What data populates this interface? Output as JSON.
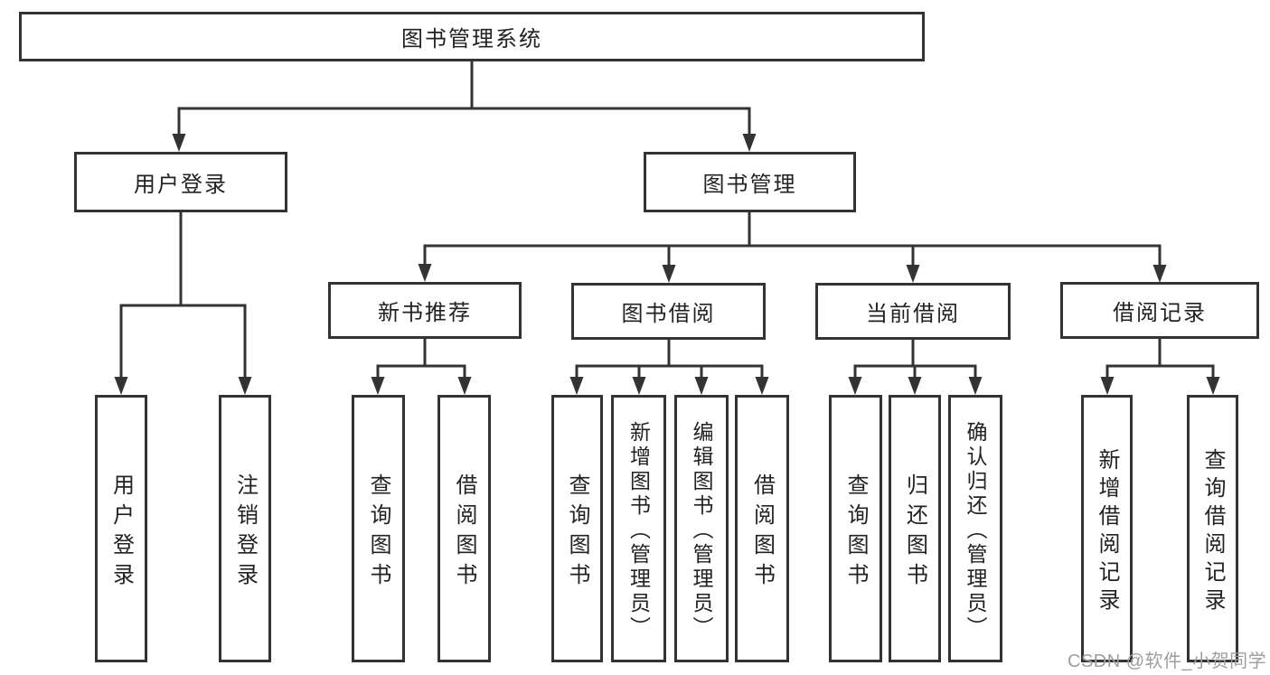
{
  "diagram": {
    "title": "图书管理系统",
    "branches": [
      {
        "label": "用户登录",
        "children": [
          {
            "label": "用户登录"
          },
          {
            "label": "注销登录"
          }
        ]
      },
      {
        "label": "图书管理",
        "children": [
          {
            "label": "新书推荐",
            "children": [
              {
                "label": "查询图书"
              },
              {
                "label": "借阅图书"
              }
            ]
          },
          {
            "label": "图书借阅",
            "children": [
              {
                "label": "查询图书"
              },
              {
                "label": "新增图书（管理员）"
              },
              {
                "label": "编辑图书（管理员）"
              },
              {
                "label": "借阅图书"
              }
            ]
          },
          {
            "label": "当前借阅",
            "children": [
              {
                "label": "查询图书"
              },
              {
                "label": "归还图书"
              },
              {
                "label": "确认归还（管理员）"
              }
            ]
          },
          {
            "label": "借阅记录",
            "children": [
              {
                "label": "新增借阅记录"
              },
              {
                "label": "查询借阅记录"
              }
            ]
          }
        ]
      }
    ]
  },
  "watermark": {
    "text": "CSDN @软件_小贺同学",
    "color": "#9e9e9e"
  },
  "colors": {
    "line": "#333333",
    "box_border": "#333333",
    "box_background": "#ffffff",
    "text": "#222222",
    "page_background": "#ffffff"
  }
}
